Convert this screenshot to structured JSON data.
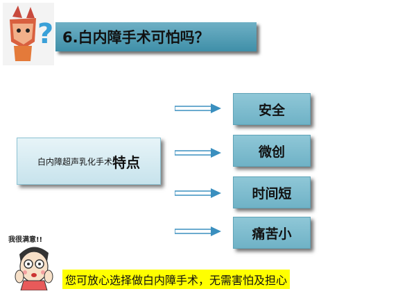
{
  "title": "6.白内障手术可怕吗？",
  "feature": {
    "prefix": "白内障超声乳化手术",
    "emphasis": "特点"
  },
  "results": [
    "安全",
    "微创",
    "时间短",
    "痛苦小"
  ],
  "sticker_text": "我很满意!!",
  "reassurance": "您可放心选择做白内障手术，无需害怕及担心",
  "colors": {
    "box_blue": "#7fbccf",
    "highlight": "#ffff00",
    "arrow": "#3a8fbf"
  }
}
